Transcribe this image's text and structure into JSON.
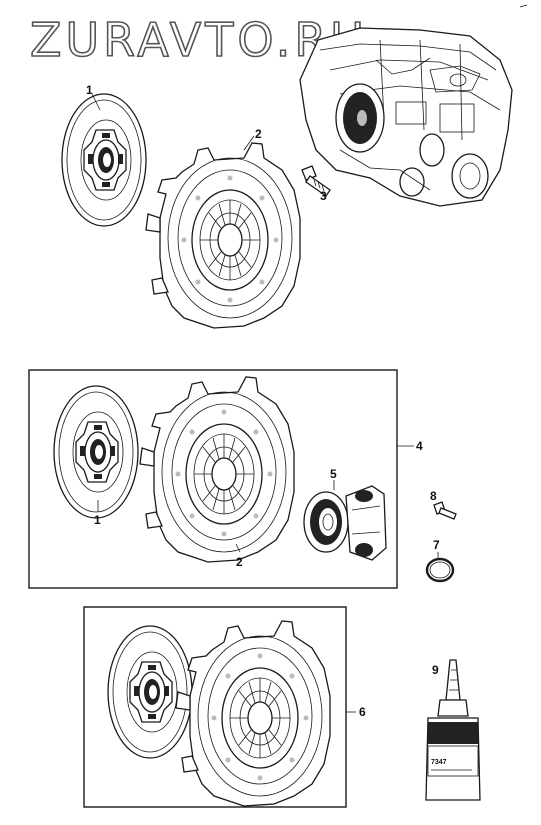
{
  "watermark": "ZURAVTO.RU",
  "callouts": {
    "part1_top": "1",
    "part2_top": "2",
    "part3": "3",
    "kit4": "4",
    "part1_kit": "1",
    "part2_kit": "2",
    "part5": "5",
    "part8": "8",
    "part7": "7",
    "kit6": "6",
    "part9": "9"
  },
  "sealant_label": "7347"
}
